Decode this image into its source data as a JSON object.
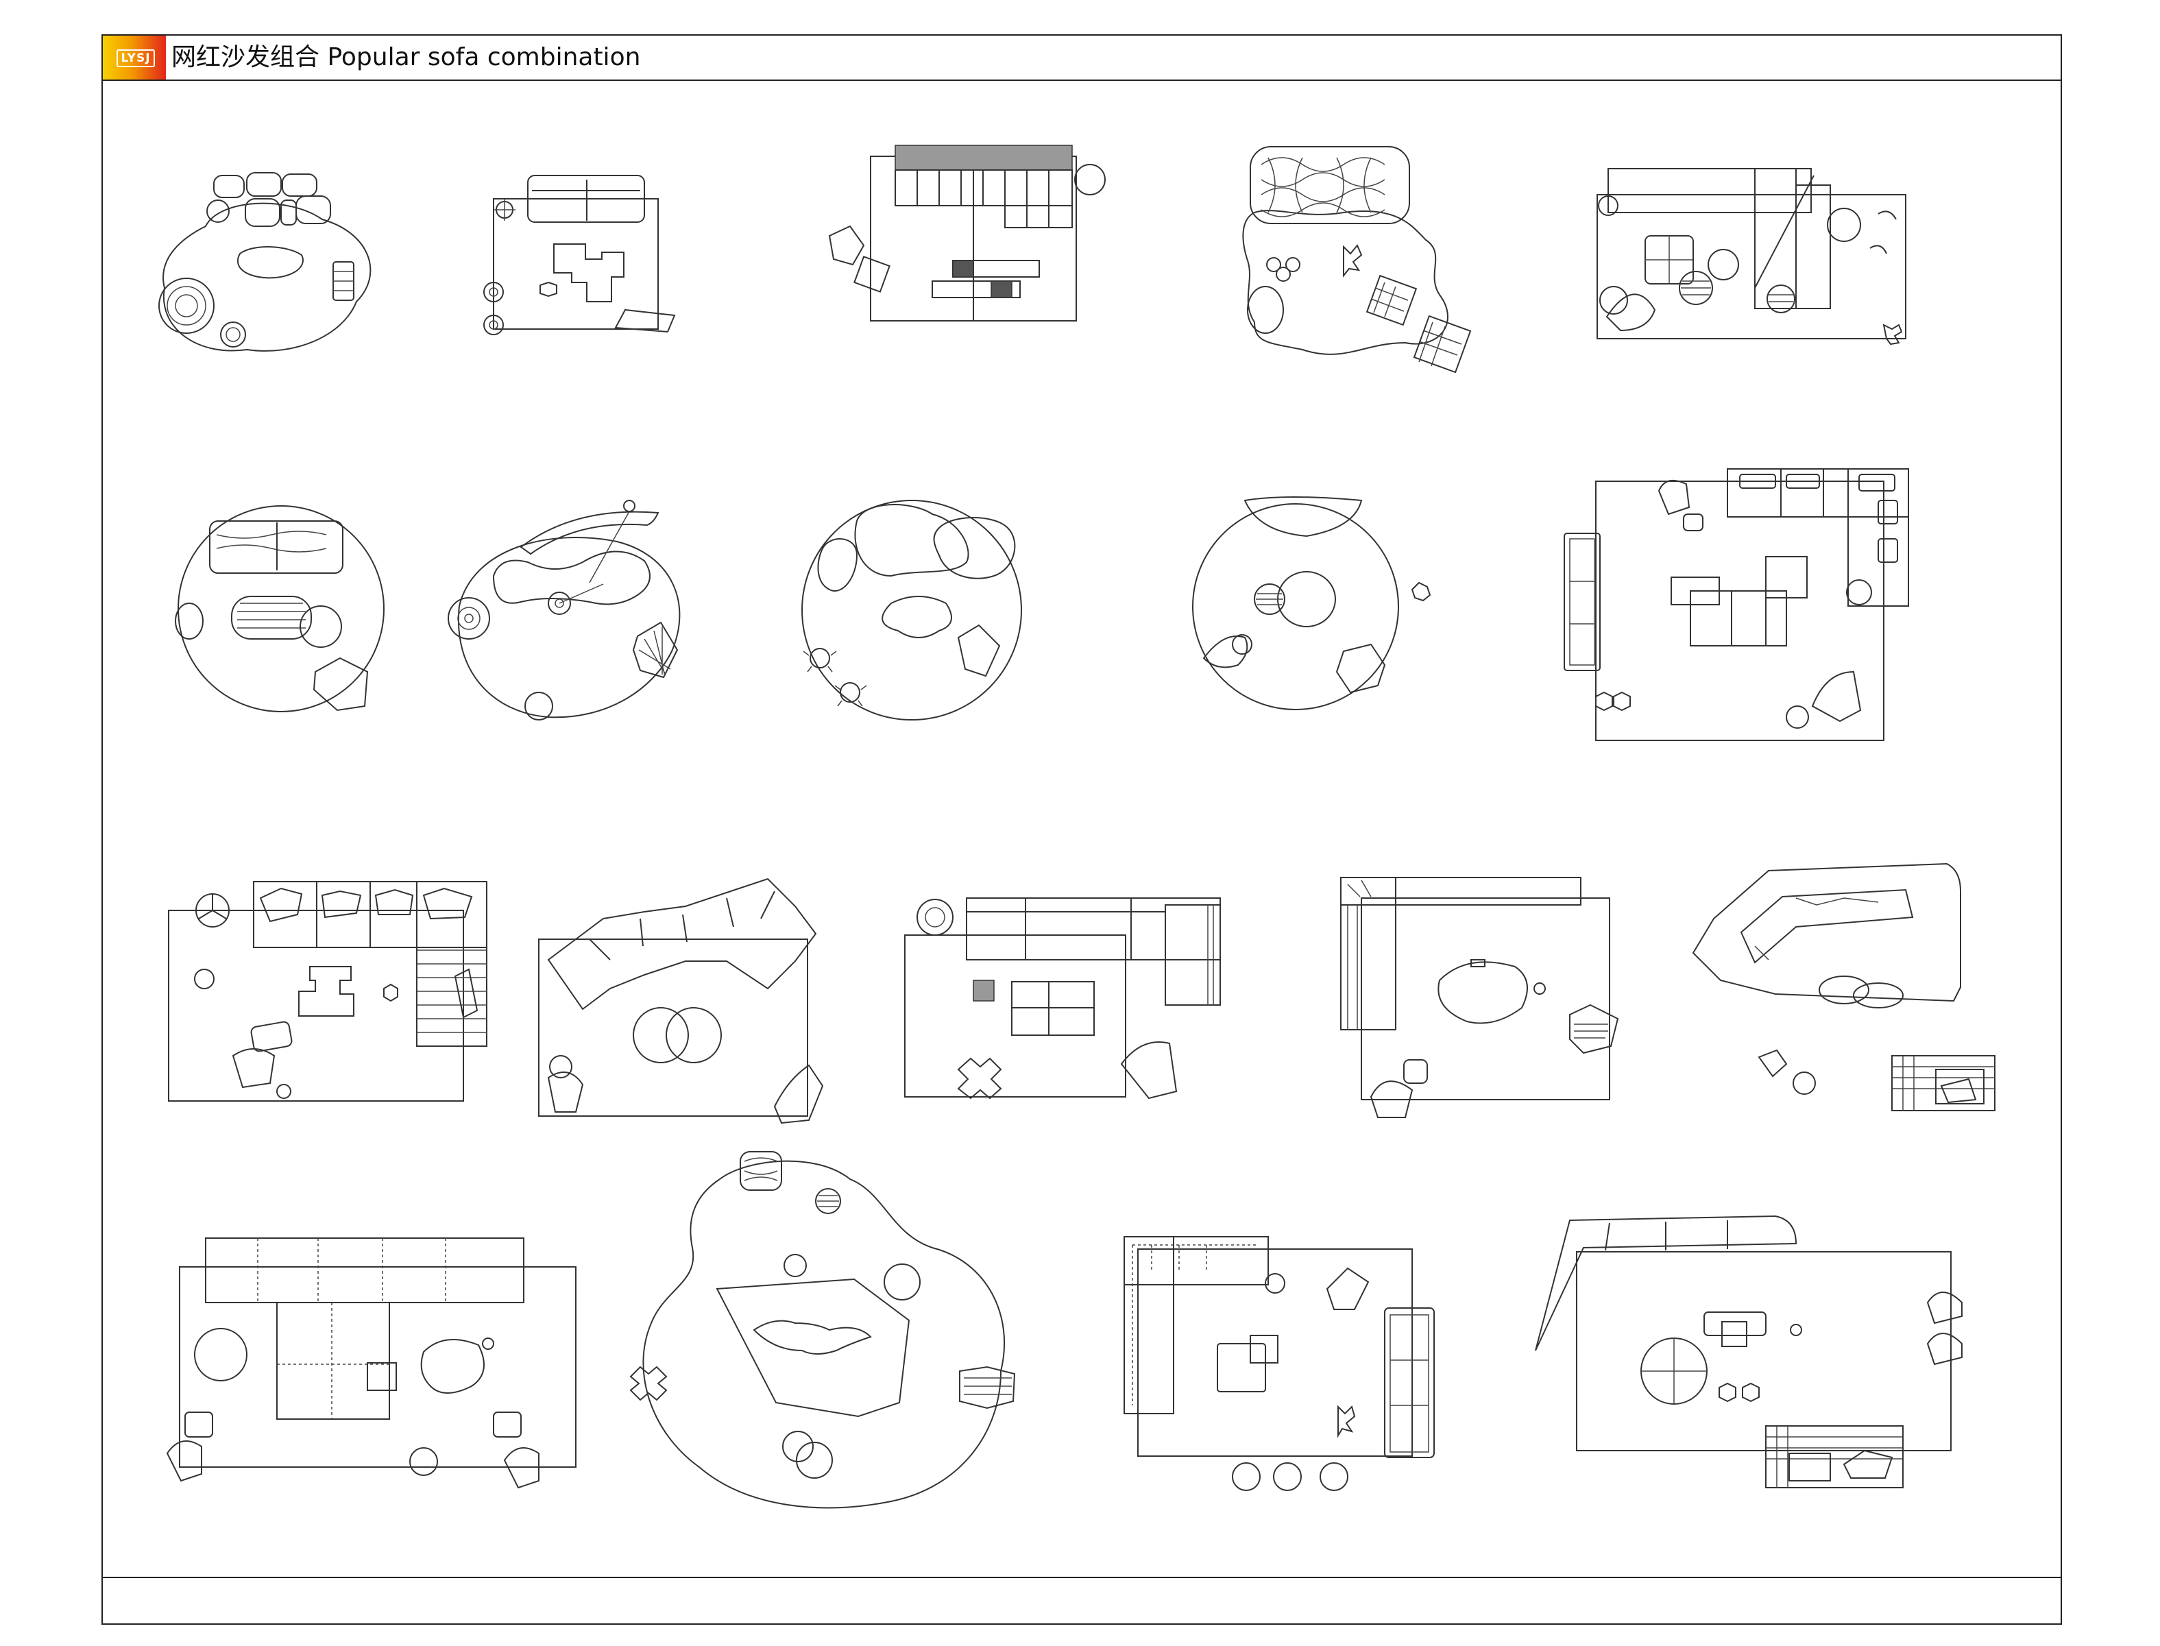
{
  "header": {
    "logo_text": "LYSJ",
    "title": "网红沙发组合  Popular sofa combination"
  },
  "colors": {
    "line": "#333333",
    "background": "#ffffff",
    "logo_gradient": [
      "#f7d000",
      "#f39a00",
      "#e2261a"
    ]
  },
  "layout_groups": {
    "rows": 4,
    "counts_per_row": [
      5,
      5,
      5,
      4
    ]
  }
}
